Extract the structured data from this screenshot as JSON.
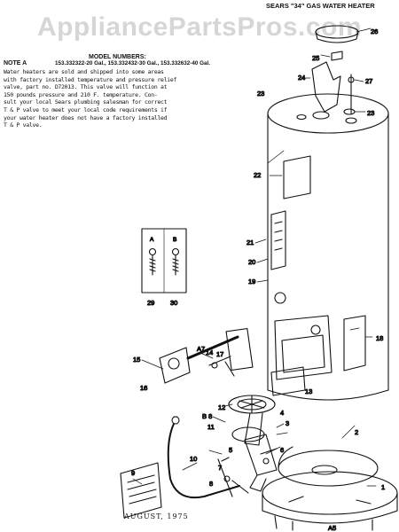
{
  "watermark": "AppliancePartsPros.com",
  "header": {
    "title": "SEARS \"34\" GAS WATER HEATER"
  },
  "models": {
    "heading": "MODEL NUMBERS:",
    "note_label": "NOTE A",
    "list": "153.332322-20 Gal., 153.332432-30 Gal., 153.332632-40 Gal."
  },
  "note_lines": [
    "Water heaters are sold and shipped into some areas",
    "with factory installed temperature and pressure relief",
    "valve, part no. D72013. This valve will function at",
    "150 pounds pressure and 210 F. temperature. Con-",
    "sult your local Sears plumbing salesman for correct",
    "T & P valve to meet your local code requirements if",
    "your water heater does not have a factory installed",
    "T & P valve."
  ],
  "date": "AUGUST, 1975",
  "callouts": {
    "p1": "1",
    "p2": "2",
    "p3": "3",
    "p4": "4",
    "p5": "5",
    "p6": "6",
    "p7": "7",
    "p8": "8",
    "p9": "9",
    "p10": "10",
    "p11": "11",
    "p12": "12",
    "p13": "13",
    "p14": "14",
    "p15": "15",
    "p16": "16",
    "p17": "17",
    "p18": "18",
    "p19": "19",
    "p20": "20",
    "p21": "21",
    "p22": "22",
    "p23a": "23",
    "p23b": "23",
    "p24": "24",
    "p25": "25",
    "p26": "26",
    "p27": "27",
    "p29": "29",
    "p30": "30",
    "a7": "A7",
    "b8": "B 8",
    "a5": "A5",
    "scr_a": "A",
    "scr_b": "B"
  }
}
